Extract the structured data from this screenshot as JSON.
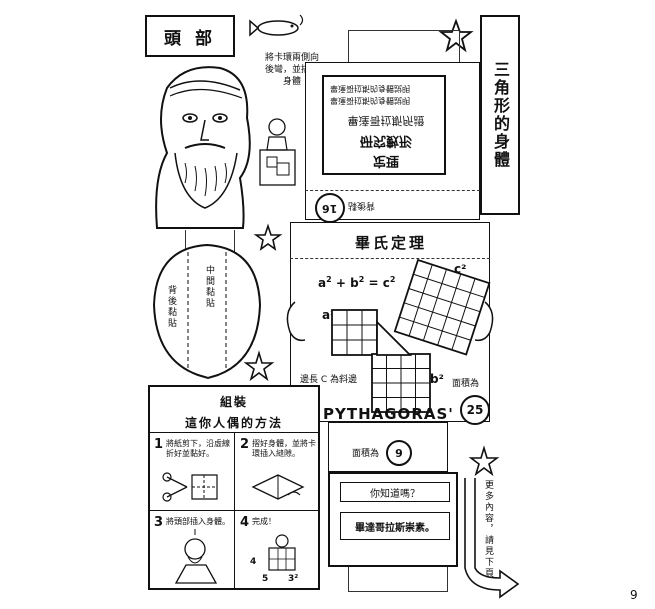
{
  "head_label": "頭 部",
  "body_label": "三角形的身體",
  "head_note": "將卡環兩側向後彎，並插入身體",
  "cube_text": {
    "line1": "畢達哥拉斯所證",
    "line2": "研究數形",
    "line3": "定理",
    "mirror1": "畢達哥拉斯的身體說明",
    "mirror2": "畢達哥拉斯的身體說明"
  },
  "body_back_label": "中間黏貼",
  "side_note": "背後黏貼",
  "cube_number": "16",
  "cube_side_label": "背後黏",
  "theorem_title": "畢氏定理",
  "formula": {
    "a": "a",
    "plus": "+",
    "b": "b",
    "eq": "=",
    "c": "c",
    "sup": "2"
  },
  "labels": {
    "a2": "a²",
    "b2": "b²",
    "c2": "c²",
    "a": "a",
    "b": "b",
    "c": "c",
    "edge_note": "邊長 C 為斜邊",
    "area_note": "面積為",
    "area_note2": "面積為"
  },
  "pythagoras": "PYTHAGORAS'",
  "circle_25": "25",
  "circle_9": "9",
  "know_title": "你知道嗎？",
  "know_body": "畢達哥拉斯崇素。",
  "more_note": "更多內容，請見下頁",
  "assembly_title": "組裝",
  "assembly_subtitle": "這你人偶的方法",
  "steps": [
    {
      "num": "1",
      "text": "將紙剪下，沿虛線折好並黏好。"
    },
    {
      "num": "2",
      "text": "摺好身體，並將卡環插入縫隙。"
    },
    {
      "num": "3",
      "text": "將頭部插入身體。"
    },
    {
      "num": "4",
      "text": "完成！"
    }
  ],
  "step4_nums": {
    "n5": "5",
    "n3": "3²",
    "n4": "4"
  },
  "page_number": "9"
}
